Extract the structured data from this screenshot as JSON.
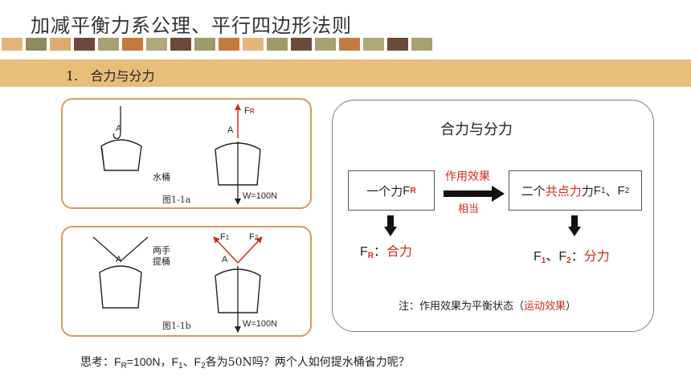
{
  "page_title": "加减平衡力系公理、平行四边形法则",
  "section": {
    "number": "1.",
    "title": "合力与分力"
  },
  "tiles": [
    "#e5b479",
    "#8f8a60",
    "#e0a96d",
    "#6b4a3a",
    "#a8a072",
    "#c47a3f",
    "#b1a77a",
    "#6b4a3a",
    "#a09a6a",
    "#c47a3f",
    "#e5b479",
    "#a09a6a",
    "#6b4a3a",
    "#a8a072",
    "#c47a3f",
    "#b1a77a",
    "#6b4a3a",
    "#a8a072"
  ],
  "fig_a": {
    "caption": "图1-1a",
    "point_label_left": "A",
    "point_label_right": "A",
    "bucket_label": "水桶",
    "force_label": "F",
    "force_sub": "R",
    "weight_label": "W=100N"
  },
  "fig_b": {
    "caption": "图1-1b",
    "point_label_left": "A",
    "point_label_right": "A",
    "two_hands_l1": "两手",
    "two_hands_l2": "提桶",
    "f1_label": "F",
    "f1_sub": "1",
    "f2_label": "F",
    "f2_sub": "2",
    "weight_label": "W=100N"
  },
  "concept": {
    "title": "合力与分力",
    "left_box": {
      "prefix": "一个力",
      "f": "F",
      "sub": "R"
    },
    "arrow_top": "作用效果",
    "arrow_bottom": "相当",
    "right_box": {
      "prefix": "二个",
      "highlight": "共点力",
      "f1": "F",
      "f1_sub": "1",
      "sep": "、",
      "f2": "F",
      "f2_sub": "2"
    },
    "left_result": {
      "f": "F",
      "sub": "R",
      "colon": "：",
      "term": "合力"
    },
    "right_result": {
      "f1": "F",
      "f1_sub": "1",
      "sep": "、",
      "f2": "F",
      "f2_sub": "2",
      "colon": "：",
      "term": "分力"
    },
    "note_prefix": "注：作用效果为平衡状态（",
    "note_highlight": "运动效果",
    "note_suffix": "）"
  },
  "question": {
    "prefix": "思考：",
    "f": "F",
    "sub": "R",
    "part1": "=100N，F",
    "sub1": "1",
    "part2": "、F",
    "sub2": "2",
    "part3": "各为50N吗？两个人如何提水桶省力呢？"
  },
  "colors": {
    "accent_band": "#e8bd7a",
    "panel_border": "#d89a5b",
    "force_red": "#d42a1c"
  }
}
